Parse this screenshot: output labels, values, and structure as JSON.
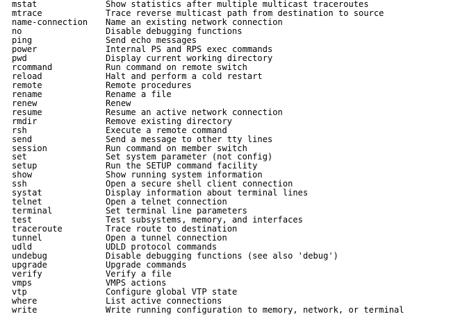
{
  "commands": [
    {
      "name": "mstat",
      "description": "Show statistics after multiple multicast traceroutes"
    },
    {
      "name": "mtrace",
      "description": "Trace reverse multicast path from destination to source"
    },
    {
      "name": "name-connection",
      "description": "Name an existing network connection"
    },
    {
      "name": "no",
      "description": "Disable debugging functions"
    },
    {
      "name": "ping",
      "description": "Send echo messages"
    },
    {
      "name": "power",
      "description": "Internal PS and RPS exec commands"
    },
    {
      "name": "pwd",
      "description": "Display current working directory"
    },
    {
      "name": "rcommand",
      "description": "Run command on remote switch"
    },
    {
      "name": "reload",
      "description": "Halt and perform a cold restart"
    },
    {
      "name": "remote",
      "description": "Remote procedures"
    },
    {
      "name": "rename",
      "description": "Rename a file"
    },
    {
      "name": "renew",
      "description": "Renew"
    },
    {
      "name": "resume",
      "description": "Resume an active network connection"
    },
    {
      "name": "rmdir",
      "description": "Remove existing directory"
    },
    {
      "name": "rsh",
      "description": "Execute a remote command"
    },
    {
      "name": "send",
      "description": "Send a message to other tty lines"
    },
    {
      "name": "session",
      "description": "Run command on member switch"
    },
    {
      "name": "set",
      "description": "Set system parameter (not config)"
    },
    {
      "name": "setup",
      "description": "Run the SETUP command facility"
    },
    {
      "name": "show",
      "description": "Show running system information"
    },
    {
      "name": "ssh",
      "description": "Open a secure shell client connection"
    },
    {
      "name": "systat",
      "description": "Display information about terminal lines"
    },
    {
      "name": "telnet",
      "description": "Open a telnet connection"
    },
    {
      "name": "terminal",
      "description": "Set terminal line parameters"
    },
    {
      "name": "test",
      "description": "Test subsystems, memory, and interfaces"
    },
    {
      "name": "traceroute",
      "description": "Trace route to destination"
    },
    {
      "name": "tunnel",
      "description": "Open a tunnel connection"
    },
    {
      "name": "udld",
      "description": "UDLD protocol commands"
    },
    {
      "name": "undebug",
      "description": "Disable debugging functions (see also 'debug')"
    },
    {
      "name": "upgrade",
      "description": "Upgrade commands"
    },
    {
      "name": "verify",
      "description": "Verify a file"
    },
    {
      "name": "vmps",
      "description": "VMPS actions"
    },
    {
      "name": "vtp",
      "description": "Configure global VTP state"
    },
    {
      "name": "where",
      "description": "List active connections"
    },
    {
      "name": "write",
      "description": "Write running configuration to memory, network, or terminal"
    }
  ]
}
